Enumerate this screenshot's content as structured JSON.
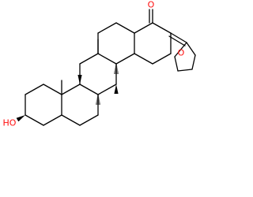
{
  "molecule": {
    "atoms": {
      "ketone_oxygen": "O",
      "furan_oxygen": "O",
      "hydroxyl_group": "HO"
    }
  },
  "colors": {
    "bond": "#000000",
    "heteroatom": "#ff0d0d",
    "background": "#ffffff"
  }
}
